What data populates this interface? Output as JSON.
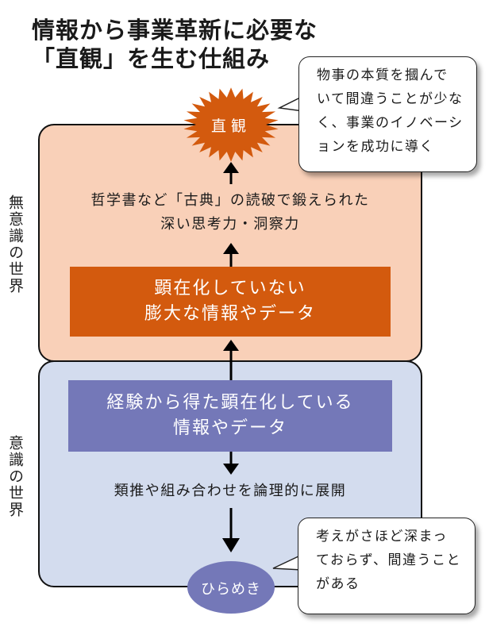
{
  "title": {
    "line1": "情報から事業革新に必要な",
    "line2": "「直観」を生む仕組み"
  },
  "colors": {
    "unconscious_bg": "#f9d0b8",
    "unconscious_box": "#d35a0e",
    "conscious_bg": "#d3dcee",
    "conscious_box": "#7478b8",
    "starburst": "#d35a0e",
    "ellipse": "#7478b8"
  },
  "unconscious_world": {
    "label": "無意識の世界",
    "thinking": {
      "line1": "哲学書など「古典」の読破で鍛えられた",
      "line2": "深い思考力・洞察力"
    },
    "box": {
      "line1": "顕在化していない",
      "line2": "膨大な情報やデータ"
    }
  },
  "conscious_world": {
    "label": "意識の世界",
    "box": {
      "line1": "経験から得た顕在化している",
      "line2": "情報やデータ"
    },
    "reasoning": "類推や組み合わせを論理的に展開"
  },
  "outcomes": {
    "intuition": "直観",
    "inspiration": "ひらめき"
  },
  "callouts": {
    "intuition": [
      "物事の本質を摑んで",
      "いて間違うことが少な",
      "く、事業のイノベーシ",
      "ョンを成功に導く"
    ],
    "inspiration": [
      "考えがさほど深まっ",
      "ておらず、間違うこと",
      "がある"
    ]
  }
}
